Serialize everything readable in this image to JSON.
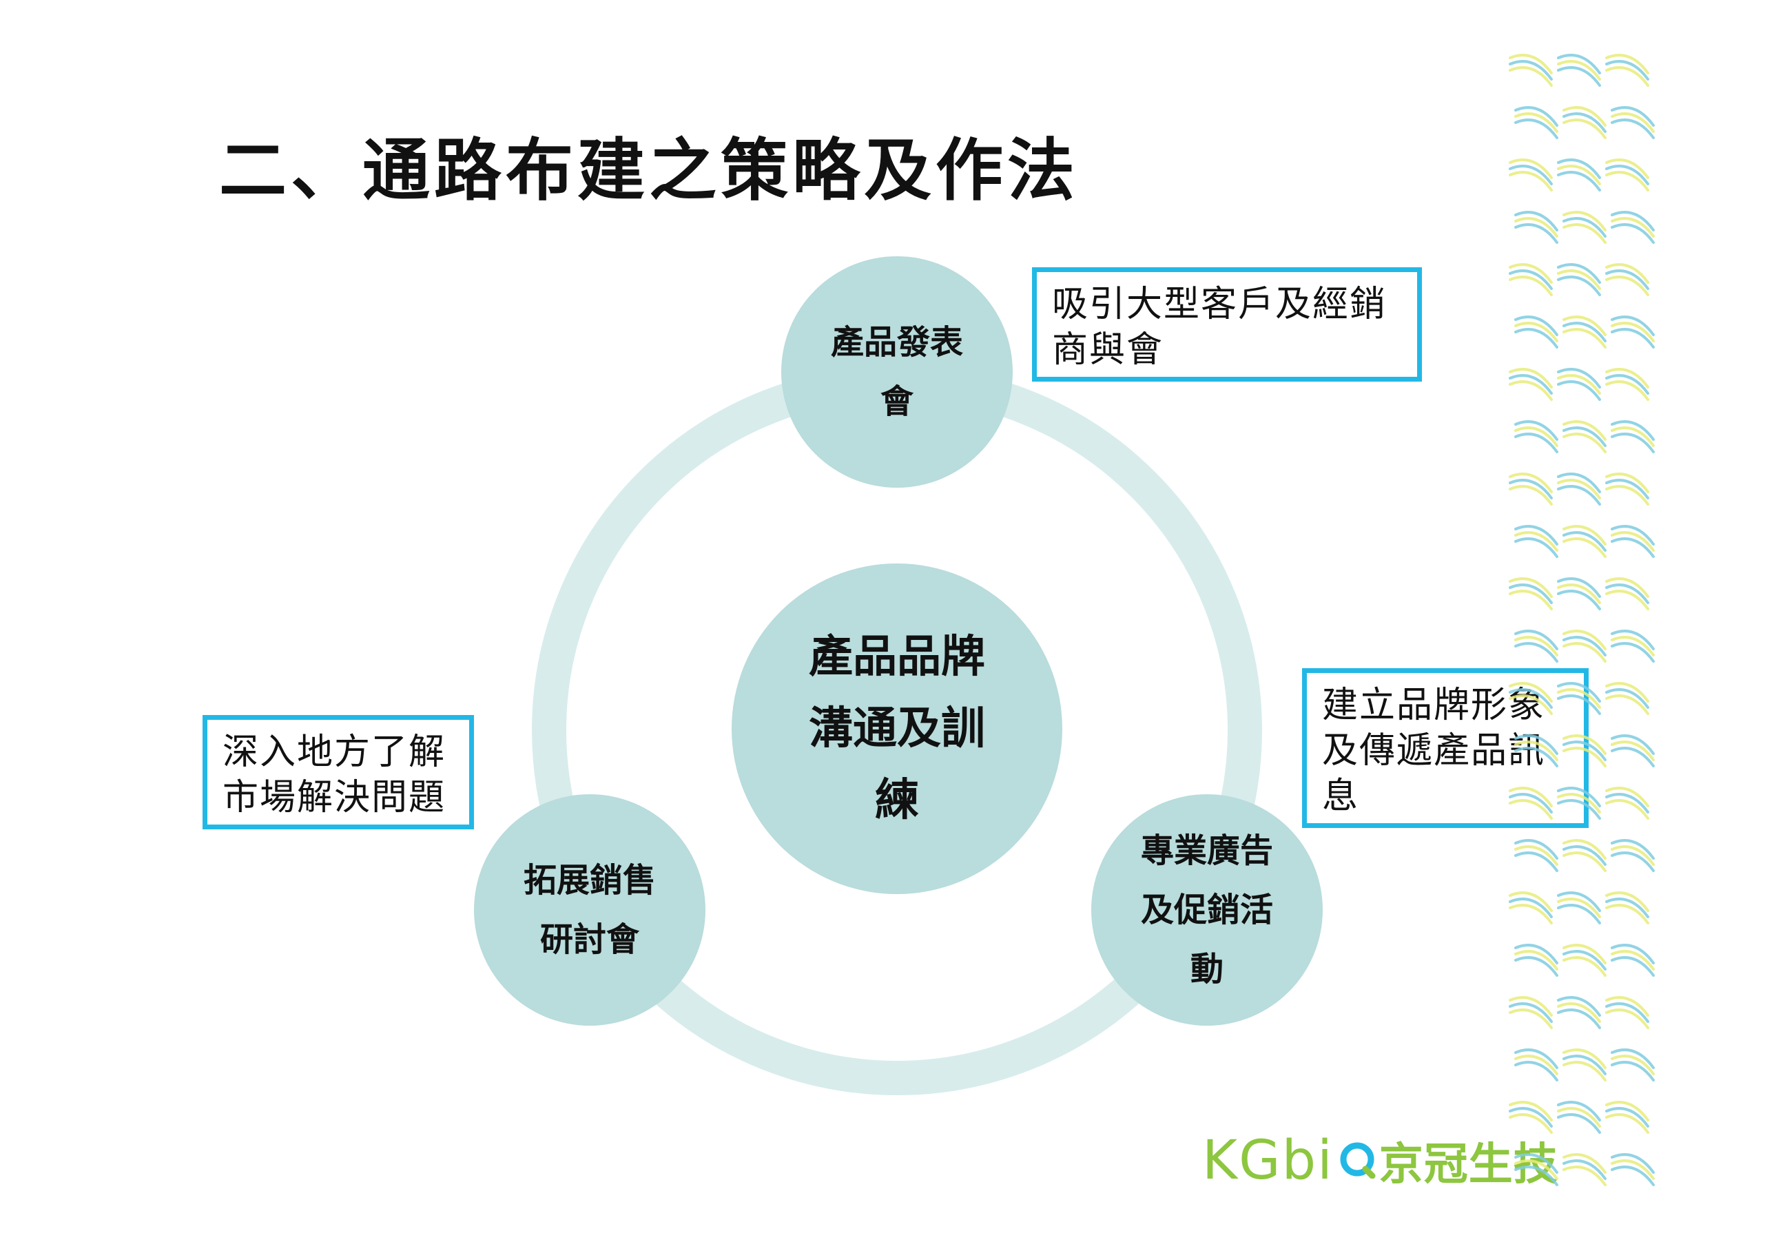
{
  "title": "二、通路布建之策略及作法",
  "nodes": {
    "top": {
      "line1": "產品發表",
      "line2": "會"
    },
    "center": {
      "line1": "產品品牌",
      "line2": "溝通及訓",
      "line3": "練"
    },
    "left": {
      "line1": "拓展銷售",
      "line2": "研討會"
    },
    "right": {
      "line1": "專業廣告",
      "line2": "及促銷活",
      "line3": "動"
    }
  },
  "callouts": {
    "top": {
      "line1": "吸引大型客戶及經銷",
      "line2": "商與會"
    },
    "right": {
      "line1": "建立品牌形象",
      "line2": "及傳遞產品訊",
      "line3": "息"
    },
    "left": {
      "line1": "深入地方了解",
      "line2": "市場解決問題"
    }
  },
  "logo": {
    "latin": "KGbi",
    "chinese": "京冠生技"
  },
  "colors": {
    "ring": "#d8ecec",
    "node": "#b9dcdc",
    "callout_border": "#22b8e6",
    "logo": "#8dc63f",
    "pattern_yellow": "#e8ec7a",
    "pattern_blue": "#7fcbe0"
  }
}
